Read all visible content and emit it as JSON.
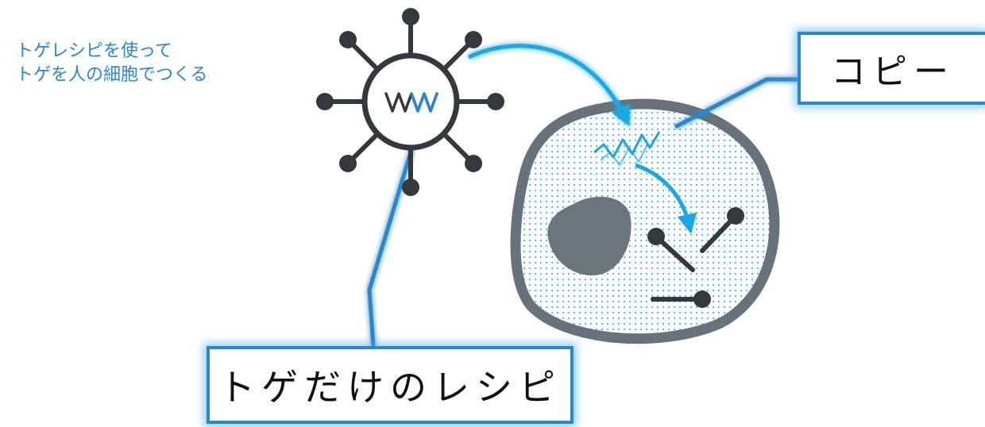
{
  "caption": {
    "line1": "トゲレシピを使って",
    "line2": "トゲを人の細胞でつくる"
  },
  "labels": {
    "copy": "コピー",
    "spike_recipe": "トゲだけのレシピ"
  },
  "colors": {
    "accent_blue": "#2a86cf",
    "glow_blue": "#38aaeb",
    "dark_gray": "#34393d",
    "cell_border": "#67727a",
    "nucleus": "#6b757c",
    "cell_dots": "#45b3e3"
  },
  "icons": {
    "virus": "virus-icon",
    "cell": "cell-icon",
    "nucleus": "nucleus-icon",
    "mrna": "mrna-wave-icon"
  }
}
